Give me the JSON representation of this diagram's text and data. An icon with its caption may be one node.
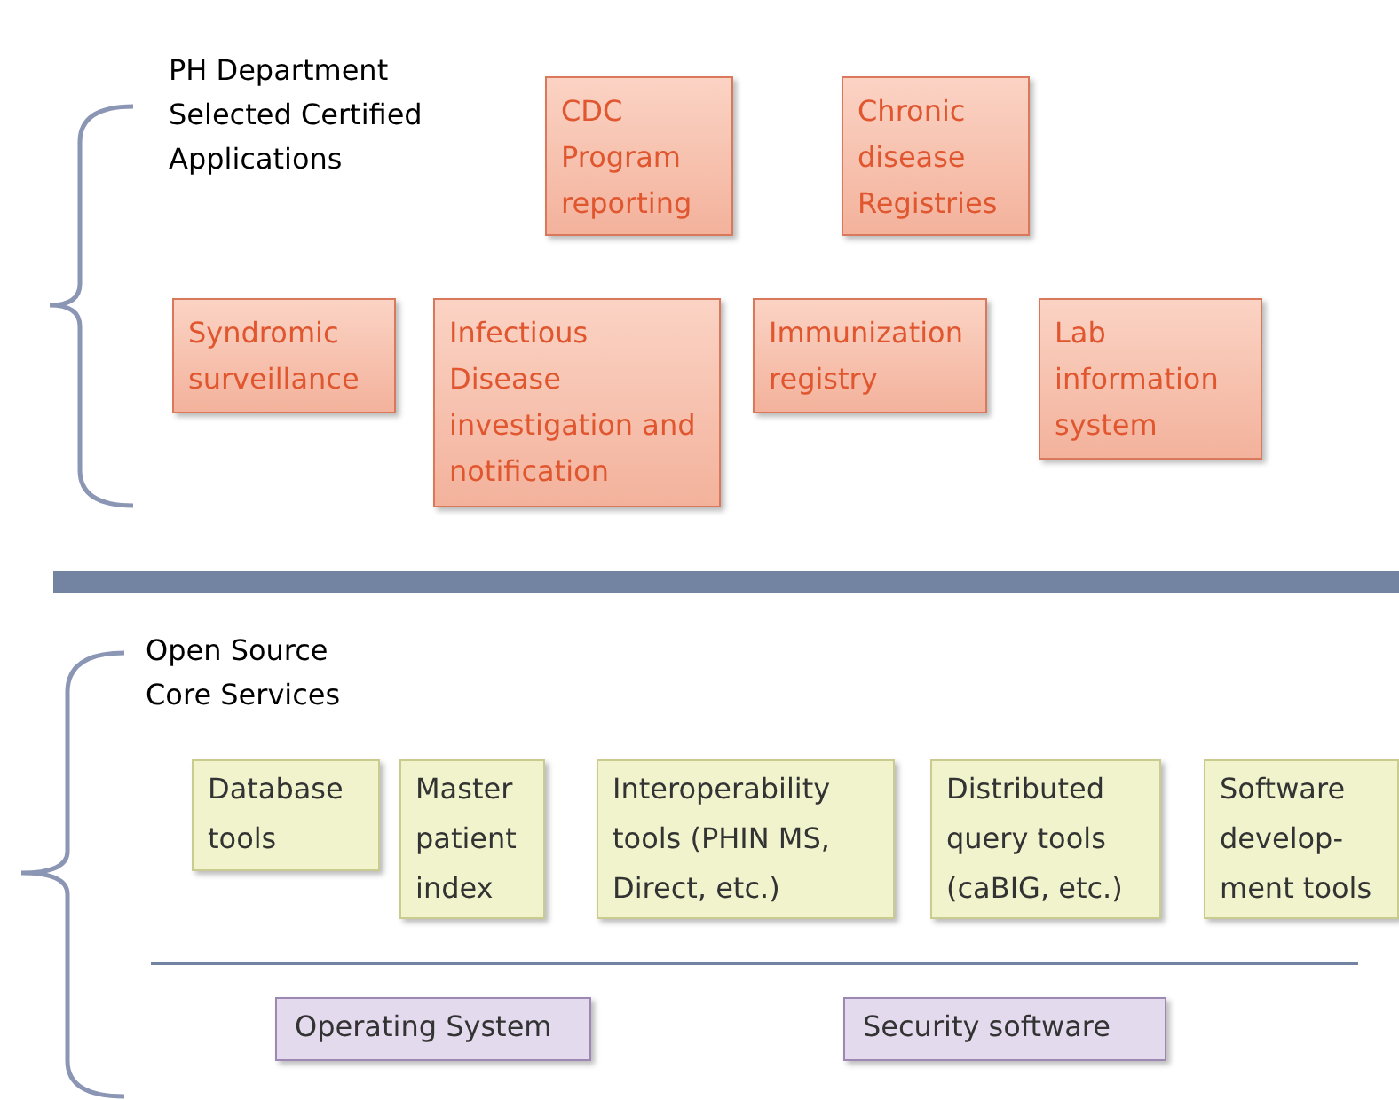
{
  "diagram": {
    "nodes": [
      {
        "text": [
          "CDC Program reporting"
        ]
      },
      {
        "text": [
          "Chronic disease Registries"
        ]
      },
      {
        "text": [
          "Syndromic surveillance"
        ]
      },
      {
        "text": [
          "Infectious Disease investigation and notification"
        ]
      },
      {
        "text": [
          "Immunization registry"
        ]
      },
      {
        "text": [
          "Lab information system"
        ]
      },
      {
        "text": [
          "Database tools"
        ]
      },
      {
        "text": [
          "Master patient index"
        ]
      },
      {
        "text": [
          "Interoperability tools (PHIN MS, Direct, etc.)"
        ]
      },
      {
        "text": [
          "Distributed query tools (caBIG, etc.)"
        ]
      },
      {
        "text": [
          "Software develop- ment tools"
        ]
      },
      {
        "text": [
          "Operating System"
        ]
      },
      {
        "text": [
          "Security software"
        ]
      }
    ],
    "labels": [
      "PH Department Selected Certified Applications",
      "Open Source Core Services"
    ]
  }
}
